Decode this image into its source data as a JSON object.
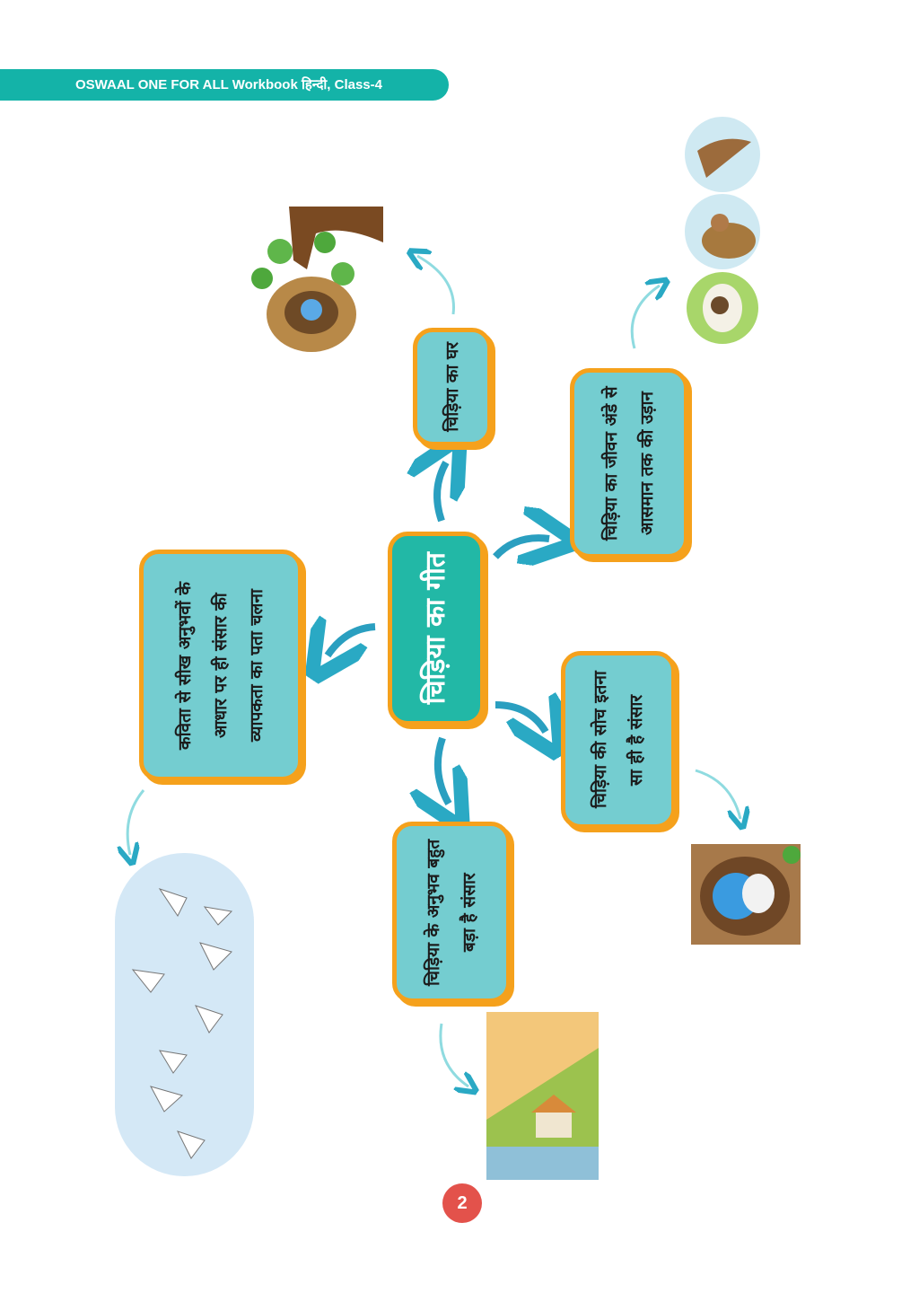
{
  "header": {
    "title": "OSWAAL ONE FOR ALL Workbook हिन्दी, Class-4"
  },
  "mindmap": {
    "center": "चिड़िया का गीत",
    "nodes": {
      "ghar": "चिड़िया का घर",
      "jeevan": "चिड़िया का जीवन अंडे से आसमान तक की उड़ान",
      "soch": "चिड़िया की सोच इतना सा ही है संसार",
      "anubhav": "चिड़िया के अनुभव बहुत बड़ा है संसार",
      "seekh": "कविता से सीख अनुभवों के आधार पर ही संसार की व्यापकता का पता चलना"
    }
  },
  "page_number": "2",
  "colors": {
    "teal": "#14b3a8",
    "box": "#74cdd0",
    "orange": "#f5a11c",
    "arrow": "#2aa9c4",
    "page_badge": "#e3524b"
  }
}
